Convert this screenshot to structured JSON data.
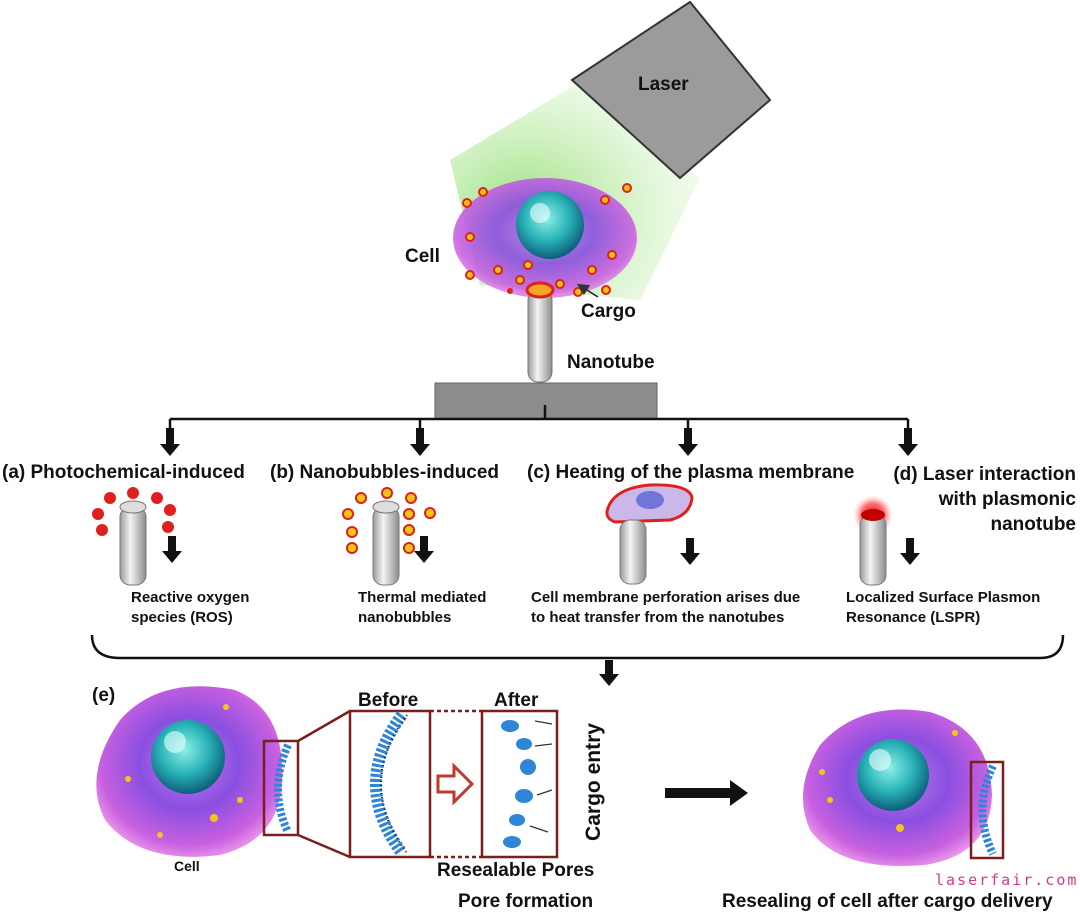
{
  "top": {
    "laser": "Laser",
    "cell": "Cell",
    "cargo": "Cargo",
    "nanotube": "Nanotube"
  },
  "mechanisms": [
    {
      "title": "(a) Photochemical-induced",
      "desc": "Reactive oxygen species (ROS)"
    },
    {
      "title": "(b) Nanobubbles-induced",
      "desc": "Thermal mediated nanobubbles"
    },
    {
      "title": "(c) Heating of the plasma membrane",
      "desc": "Cell membrane perforation arises due to heat transfer from the nanotubes"
    },
    {
      "title": "(d) Laser interaction with plasmonic nanotube",
      "desc": "Localized Surface Plasmon Resonance (LSPR)"
    }
  ],
  "panel_e": {
    "tag": "(e)",
    "cell": "Cell",
    "before": "Before",
    "after": "After",
    "cargo_entry": "Cargo entry",
    "resealable": "Resealable Pores",
    "pore_formation": "Pore formation",
    "resealing": "Resealing of cell after cargo delivery"
  },
  "watermark": "laserfair.com",
  "colors": {
    "laser_beam": "#8fdc6e",
    "cargo_red": "#e0201c",
    "cargo_yellow": "#f5c518",
    "membrane_blue": "#2f86d6",
    "frame": "#7a1e1e"
  }
}
